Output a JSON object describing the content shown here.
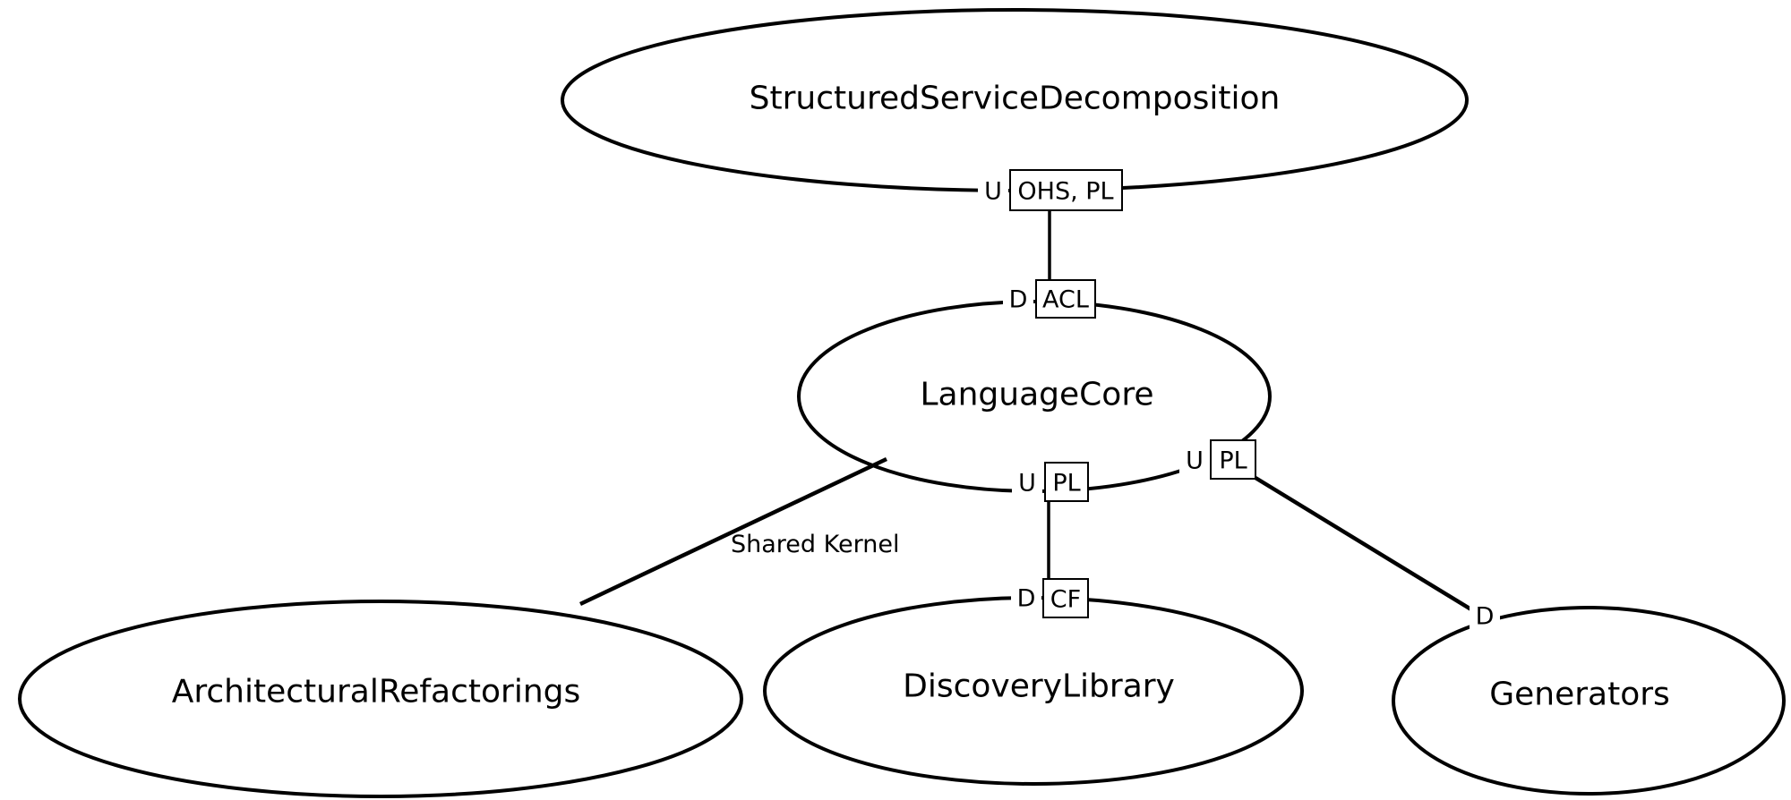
{
  "colors": {
    "ink": "#000000",
    "background": "#ffffff"
  },
  "nodes": {
    "structured_service_decomposition": {
      "label": "StructuredServiceDecomposition"
    },
    "language_core": {
      "label": "LanguageCore"
    },
    "architectural_refactorings": {
      "label": "ArchitecturalRefactorings"
    },
    "discovery_library": {
      "label": "DiscoveryLibrary"
    },
    "generators": {
      "label": "Generators"
    }
  },
  "relationships": {
    "ssd_to_language_core": {
      "upstream_role": "U",
      "upstream_patterns": "OHS, PL",
      "downstream_role": "D",
      "downstream_patterns": "ACL"
    },
    "language_core_to_discovery_library": {
      "upstream_role": "U",
      "upstream_patterns": "PL",
      "downstream_role": "D",
      "downstream_patterns": "CF"
    },
    "language_core_to_generators": {
      "upstream_role": "U",
      "upstream_patterns": "PL",
      "downstream_role": "D"
    },
    "language_core_architectural_refactorings": {
      "label": "Shared Kernel"
    }
  }
}
